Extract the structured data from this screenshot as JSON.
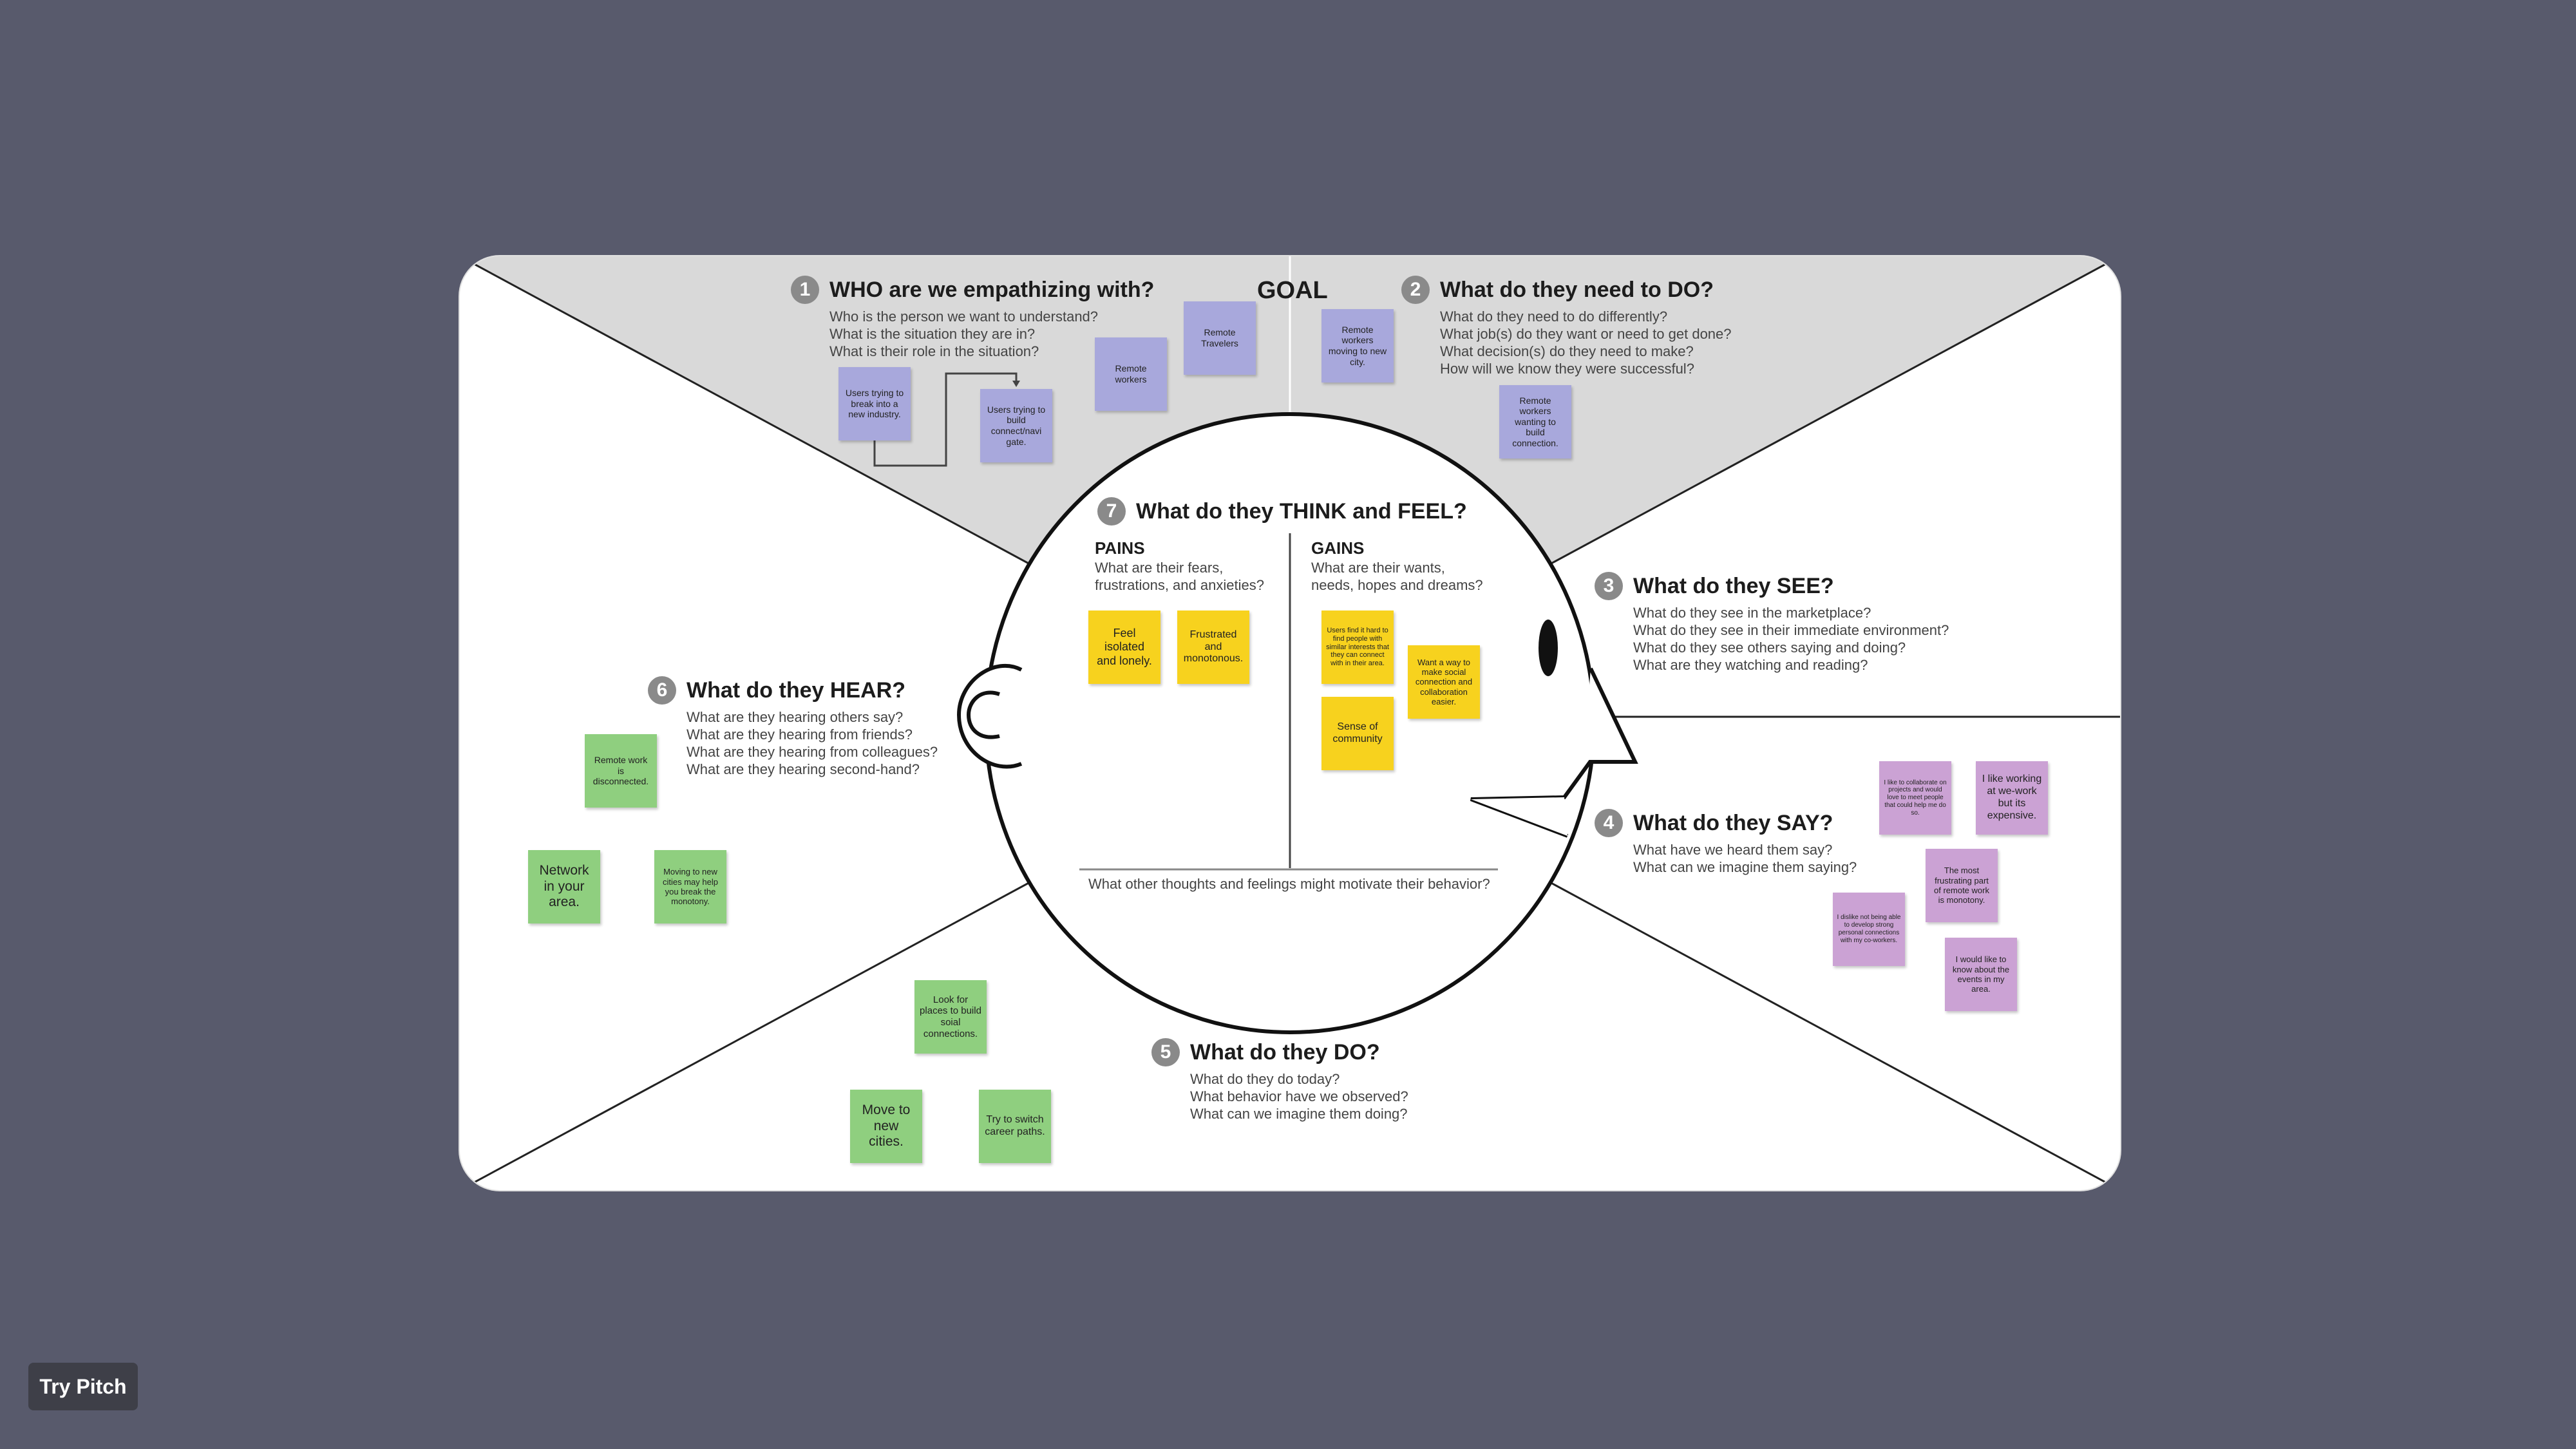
{
  "goal_label": "GOAL",
  "sections": {
    "who": {
      "number": "1",
      "title": "WHO are we empathizing with?",
      "questions": [
        "Who is the person we want to understand?",
        "What is the situation they are in?",
        "What is their role in the situation?"
      ]
    },
    "do_need": {
      "number": "2",
      "title": "What do they need to DO?",
      "questions": [
        "What do they need to do differently?",
        "What job(s) do they want or need to get done?",
        "What decision(s) do they need to make?",
        "How will we know they were successful?"
      ]
    },
    "see": {
      "number": "3",
      "title": "What do they SEE?",
      "questions": [
        "What do they see in the marketplace?",
        "What do they see in their immediate environment?",
        "What do they see others saying and doing?",
        "What are they watching and reading?"
      ]
    },
    "say": {
      "number": "4",
      "title": "What do they SAY?",
      "questions": [
        "What have we heard them say?",
        "What can we imagine them saying?"
      ]
    },
    "do_today": {
      "number": "5",
      "title": "What do they DO?",
      "questions": [
        "What do they do today?",
        "What behavior have we observed?",
        "What can we imagine them doing?"
      ]
    },
    "hear": {
      "number": "6",
      "title": "What do they HEAR?",
      "questions": [
        "What are they hearing others say?",
        "What are they hearing from friends?",
        "What are they hearing from colleagues?",
        "What are they hearing second-hand?"
      ]
    },
    "think_feel": {
      "number": "7",
      "title": "What do they THINK and FEEL?",
      "pains_title": "PAINS",
      "pains_sub": "What are their fears, frustrations, and anxieties?",
      "gains_title": "GAINS",
      "gains_sub": "What are their wants, needs, hopes and dreams?",
      "bottom": "What other thoughts and feelings might motivate their behavior?"
    }
  },
  "stickies": {
    "who": [
      "Users trying to break into a new industry.",
      "Users trying to build connect/navi gate.",
      "Remote workers",
      "Remote Travelers"
    ],
    "do_need": [
      "Remote workers moving to new city.",
      "Remote workers wanting to build connection."
    ],
    "pains": [
      "Feel isolated and lonely.",
      "Frustrated and monotonous."
    ],
    "gains": [
      "Users find it hard to find people with similar interests that they can connect with in their area.",
      "Want a way to make social connection and collaboration easier.",
      "Sense of community"
    ],
    "hear": [
      "Remote work is disconnected.",
      "Network in your area.",
      "Moving to new cities may help you break the monotony."
    ],
    "do_today": [
      "Look for places to build soial connections.",
      "Move to new cities.",
      "Try to switch career paths."
    ],
    "say": [
      "I like to collaborate on projects and would love to meet people that could help me do so.",
      "I like working at we-work but its expensive.",
      "The most frustrating part of remote work is monotony.",
      "I dislike not being able to develop strong personal connections with my co-workers.",
      "I would like to know about the events in my area."
    ]
  },
  "try_pitch": "Try Pitch",
  "colors": {
    "background": "#585a6c",
    "purple": "#a8a8dc",
    "yellow": "#f7d21e",
    "green": "#8fcf7f",
    "pink": "#cba2d4"
  }
}
